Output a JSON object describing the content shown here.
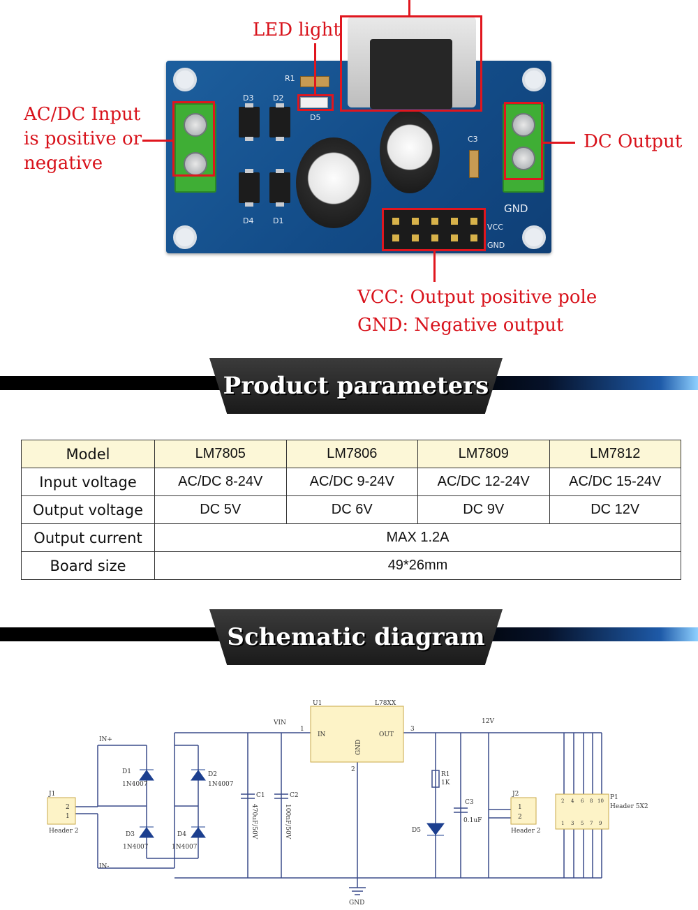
{
  "annotations": {
    "led_light": "LED light",
    "input": [
      "AC/DC Input",
      "is positive or",
      "negative"
    ],
    "dc_output": "DC Output",
    "vcc_note": "VCC: Output positive pole",
    "gnd_note": "GND: Negative output"
  },
  "board_silkscreen": {
    "r1": "R1",
    "d5": "D5",
    "d3": "D3",
    "d2": "D2",
    "d4": "D4",
    "d1": "D1",
    "c3": "C3",
    "gnd": "GND",
    "vcc": "VCC",
    "gnd_small": "GND"
  },
  "sections": {
    "product_parameters": "Product parameters",
    "schematic_diagram": "Schematic diagram"
  },
  "params_table": {
    "header": [
      "Model",
      "LM7805",
      "LM7806",
      "LM7809",
      "LM7812"
    ],
    "rows": [
      {
        "label": "Input voltage",
        "values": [
          "AC/DC 8-24V",
          "AC/DC 9-24V",
          "AC/DC 12-24V",
          "AC/DC 15-24V"
        ]
      },
      {
        "label": "Output voltage",
        "values": [
          "DC 5V",
          "DC 6V",
          "DC 9V",
          "DC 12V"
        ]
      },
      {
        "label": "Output current",
        "value": "MAX 1.2A"
      },
      {
        "label": "Board size",
        "value": "49*26mm"
      }
    ]
  },
  "schematic": {
    "j1": "J1",
    "j1_pins": [
      "2",
      "1"
    ],
    "j1_name": "Header 2",
    "in_plus": "IN+",
    "in_minus": "IN-",
    "d1": "D1",
    "d2": "D2",
    "d3": "D3",
    "d4": "D4",
    "diode_part": "1N4007",
    "vin": "VIN",
    "c1": "C1",
    "c1_val": "470uF/50V",
    "c2": "C2",
    "c2_val": "100nF/50V",
    "u1": "U1",
    "u1_part": "L78XX",
    "pin1": "1",
    "pin_in": "IN",
    "pin_gnd": "GND",
    "pin2": "2",
    "pin_out": "OUT",
    "pin3": "3",
    "v12": "12V",
    "r1": "R1",
    "r1_val": "1K",
    "d5": "D5",
    "c3": "C3",
    "c3_val": "0.1uF",
    "j2": "J2",
    "j2_pins": [
      "1",
      "2"
    ],
    "j2_name": "Header 2",
    "p1": "P1",
    "p1_name": "Header 5X2",
    "p1_pins": [
      "2",
      "4",
      "6",
      "8",
      "10",
      "1",
      "3",
      "5",
      "7",
      "9"
    ],
    "gnd": "GND"
  }
}
